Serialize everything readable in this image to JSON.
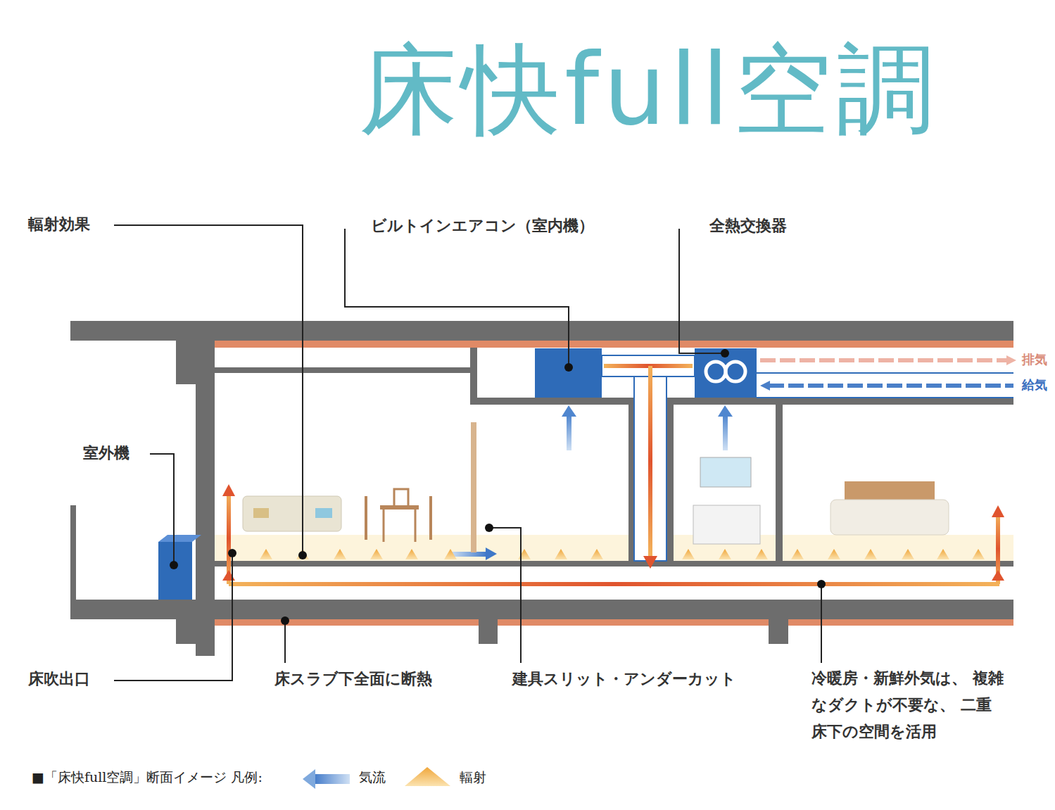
{
  "diagram": {
    "title": "床快full空調",
    "caption": "■「床快full空調」断面イメージ 凡例:",
    "labels": [
      "輻射効果",
      "ビルトインエアコン（室内機）",
      "全熱交換器",
      "室外機",
      "排気",
      "給気",
      "床吹出口",
      "床スラブ下全面に断熱",
      "建具スリット・アンダーカット",
      "冷暖房・新鮮外気は、 複雑なダクトが不要な、 二重床下の空間を活用"
    ],
    "legend": [
      {
        "text": "気流"
      },
      {
        "text": "輻射"
      }
    ]
  }
}
